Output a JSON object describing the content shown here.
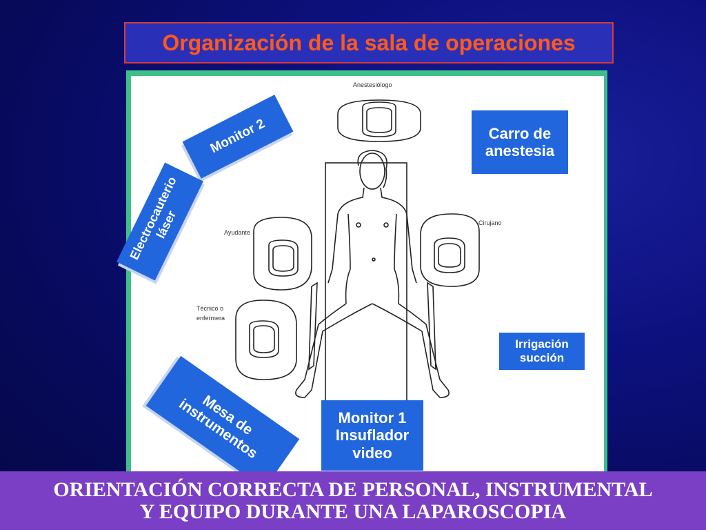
{
  "title": "Organización de la sala de operaciones",
  "diagram_labels": {
    "anestesiologo": "Anestesiólogo",
    "ayudante": "Ayudante",
    "cirujano": "Cirujano",
    "tecnico_line1": "Técnico o",
    "tecnico_line2": "enfermera"
  },
  "boxes": {
    "monitor2": "Monitor 2",
    "electrocauterio_line1": "Electrocauterio",
    "electrocauterio_line2": "láser",
    "carro_line1": "Carro de",
    "carro_line2": "anestesia",
    "irrigacion_line1": "Irrigación",
    "irrigacion_line2": "succión",
    "mesa_line1": "Mesa de",
    "mesa_line2": "instrumentos",
    "monitor1_line1": "Monitor 1",
    "monitor1_line2": "Insuflador",
    "monitor1_line3": "video"
  },
  "footer": {
    "line1": "ORIENTACIÓN CORRECTA DE PERSONAL, INSTRUMENTAL",
    "line2": "Y EQUIPO DURANTE UNA LAPAROSCOPIA"
  },
  "colors": {
    "title_text": "#ff5a1a",
    "title_bg": "#2a2fb8",
    "box_blue": "#2266dd",
    "frame_green": "#3fbf8a",
    "footer_bg": "#7a3fc4"
  }
}
